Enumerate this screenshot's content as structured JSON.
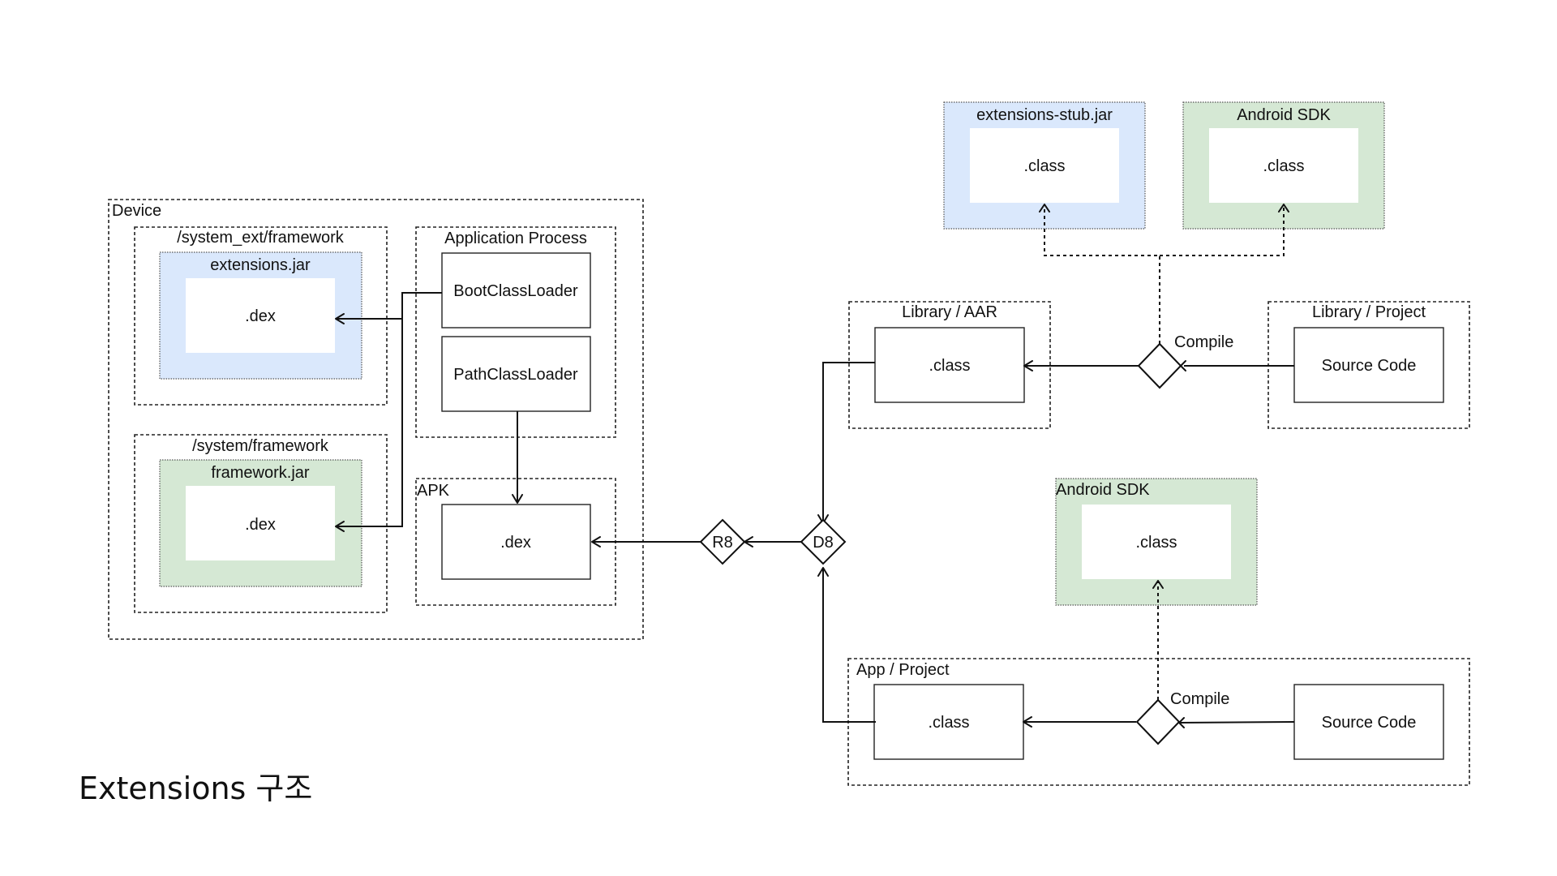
{
  "title": "Extensions 구조",
  "colors": {
    "blue_fill": "#dae8fc",
    "green_fill": "#d5e8d4",
    "line": "#111111"
  },
  "device": {
    "label": "Device",
    "system_ext": {
      "label": "/system_ext/framework",
      "jar": {
        "label": "extensions.jar",
        "content": ".dex"
      }
    },
    "system_framework": {
      "label": "/system/framework",
      "jar": {
        "label": "framework.jar",
        "content": ".dex"
      }
    },
    "app_process": {
      "label": "Application Process",
      "boot_loader": "BootClassLoader",
      "path_loader": "PathClassLoader"
    },
    "apk": {
      "label": "APK",
      "content": ".dex"
    }
  },
  "tools": {
    "r8": "R8",
    "d8": "D8"
  },
  "extensions_stub": {
    "label": "extensions-stub.jar",
    "content": ".class"
  },
  "android_sdk_top": {
    "label": "Android SDK",
    "content": ".class"
  },
  "library_aar": {
    "label": "Library / AAR",
    "content": ".class"
  },
  "library_project": {
    "label": "Library / Project",
    "content": "Source Code"
  },
  "compile_top": "Compile",
  "android_sdk_bottom": {
    "label": "Android SDK",
    "content": ".class"
  },
  "app_project": {
    "label": "App / Project",
    "content": ".class",
    "source": "Source Code"
  },
  "compile_bottom": "Compile"
}
